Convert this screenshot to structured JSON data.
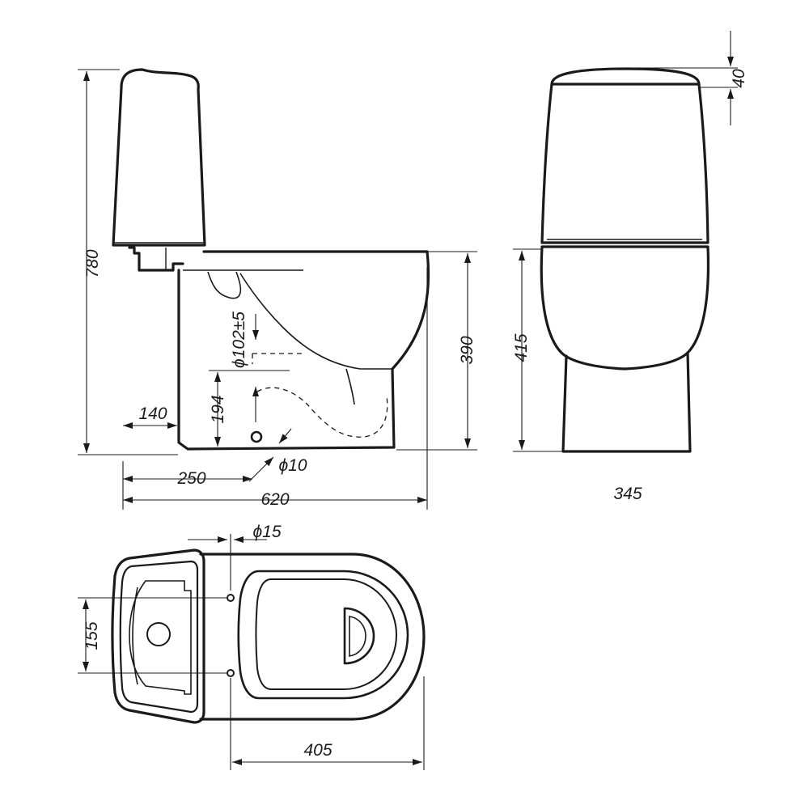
{
  "dimensions": {
    "overall_height": "780",
    "cistern_offset": "140",
    "outlet_distance": "250",
    "overall_length": "620",
    "outlet_height": "194",
    "outlet_diameter": "ϕ102±5",
    "fixing_hole_side": "ϕ10",
    "bowl_height_side": "390",
    "bowl_height_front": "415",
    "lid_thickness": "40",
    "front_width": "345",
    "fixing_hole_top": "ϕ15",
    "fixing_spacing": "155",
    "seat_depth": "405"
  },
  "views": [
    "side-view",
    "front-view",
    "top-view"
  ],
  "colors": {
    "line": "#1a1a1a",
    "background": "#ffffff"
  }
}
